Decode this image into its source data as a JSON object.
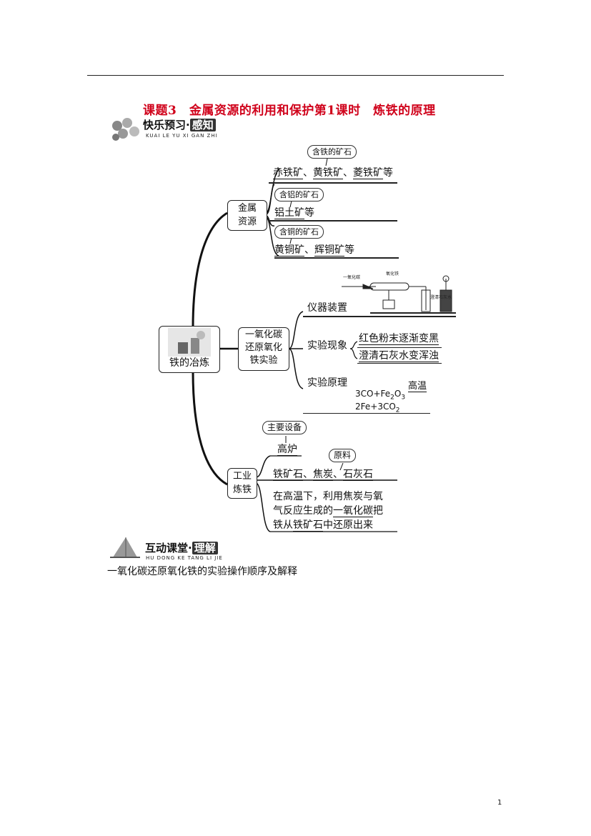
{
  "title": "课题3　金属资源的利用和保护第1课时　炼铁的原理",
  "banner1": {
    "cn": "快乐预习",
    "dot": "·",
    "badge": "感知",
    "en": "KUAI LE YU XI GAN ZHI"
  },
  "banner2": {
    "cn": "互动课堂",
    "dot": "·",
    "badge": "理解",
    "en": "HU DONG KE TANG LI JIE"
  },
  "root": "铁的冶炼",
  "metal": {
    "label_1": "金属",
    "label_2": "资源",
    "iron_bubble": "含铁的矿石",
    "iron_ores": [
      "赤铁矿",
      "黄铁矿",
      "菱铁矿"
    ],
    "sep": "、",
    "etc": "等",
    "al_bubble": "含铝的矿石",
    "al_ore": "铝土矿",
    "cu_bubble": "含铜的矿石",
    "cu_ores": [
      "黄铜矿",
      "辉铜矿"
    ]
  },
  "co": {
    "label_1": "一氧化碳",
    "label_2": "还原氧化",
    "label_3": "铁实验",
    "apparatus": "仪器装置",
    "apparatus_labels": {
      "co": "一氧化碳",
      "fe2o3": "氧化铁",
      "lime": "澄清石灰水"
    },
    "phenomenon": "实验现象",
    "phen_1": "红色粉末逐渐变黑",
    "phen_2": "澄清石灰水变浑浊",
    "principle": "实验原理",
    "eq_left": "3CO+Fe",
    "eq_sub_2": "2",
    "eq_o": "O",
    "eq_sub_3": "3",
    "eq_cond": "高温",
    "eq_right_1": "2Fe+3CO",
    "eq_right_sub": "2"
  },
  "industry": {
    "label_1": "工业",
    "label_2": "炼铁",
    "equip_bubble": "主要设备",
    "equip": "高炉",
    "raw_bubble": "原料",
    "raw": [
      "铁矿石",
      "焦炭",
      "石灰石"
    ],
    "desc_1": "在高温下，利用焦炭与氧",
    "desc_2a": "气反应生成的",
    "desc_2b": "一氧化碳",
    "desc_2c": "把",
    "desc_3a": "铁从",
    "desc_3b": "铁矿石",
    "desc_3c": "中还原出来"
  },
  "section_text": "一氧化碳还原氧化铁的实验操作顺序及解释",
  "page_number": "1"
}
